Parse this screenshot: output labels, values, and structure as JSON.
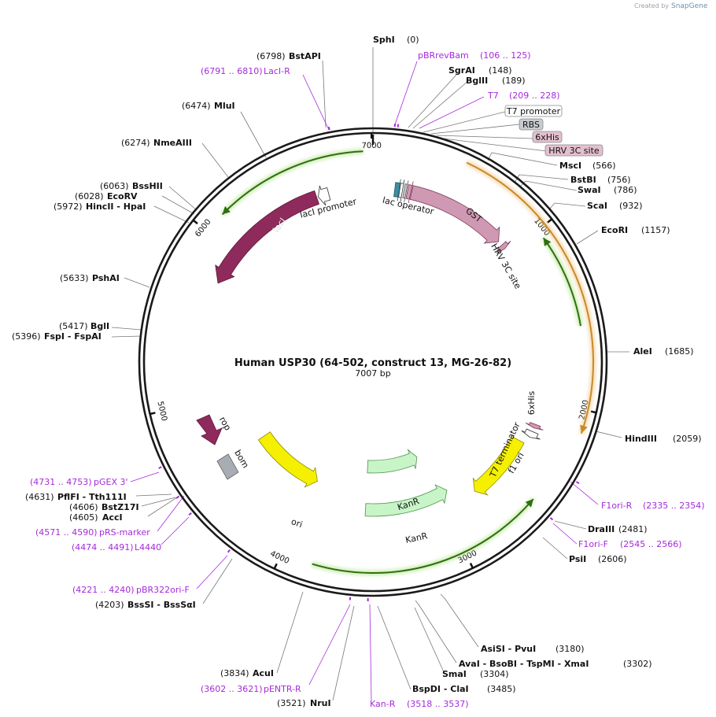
{
  "credit": {
    "prefix": "Created by",
    "brand": "SnapGene"
  },
  "plasmid": {
    "name": "Human USP30 (64-502, construct 13, MG-26-82)",
    "length_label": "7007 bp",
    "length": 7007
  },
  "ticks": [
    {
      "pos": 1000,
      "label": "1000"
    },
    {
      "pos": 2000,
      "label": "2000"
    },
    {
      "pos": 3000,
      "label": "3000"
    },
    {
      "pos": 4000,
      "label": "4000"
    },
    {
      "pos": 5000,
      "label": "5000"
    },
    {
      "pos": 6000,
      "label": "6000"
    },
    {
      "pos": 7000,
      "label": "7000"
    }
  ],
  "enzymes": [
    {
      "name": "SphI",
      "pos_label": "(0)"
    },
    {
      "name": "SgrAI",
      "pos_label": "(148)"
    },
    {
      "name": "BglII",
      "pos_label": "(189)"
    },
    {
      "name": "MscI",
      "pos_label": "(566)"
    },
    {
      "name": "BstBI",
      "pos_label": "(756)"
    },
    {
      "name": "SwaI",
      "pos_label": "(786)"
    },
    {
      "name": "ScaI",
      "pos_label": "(932)"
    },
    {
      "name": "EcoRI",
      "pos_label": "(1157)"
    },
    {
      "name": "AleI",
      "pos_label": "(1685)"
    },
    {
      "name": "HindIII",
      "pos_label": "(2059)"
    },
    {
      "name": "DraIII",
      "pos_label": "(2481)"
    },
    {
      "name": "PsiI",
      "pos_label": "(2606)"
    },
    {
      "name": "AsiSI - PvuI",
      "pos_label": "(3180)"
    },
    {
      "name": "AvaI - BsoBI - TspMI - XmaI",
      "pos_label": "(3302)"
    },
    {
      "name": "SmaI",
      "pos_label": "(3304)"
    },
    {
      "name": "BspDI - ClaI",
      "pos_label": "(3485)"
    },
    {
      "name": "NruI",
      "pos_label": "(3521)"
    },
    {
      "name": "AcuI",
      "pos_label": "(3834)"
    },
    {
      "name": "BssSI - BssSαI",
      "pos_label": "(4203)"
    },
    {
      "name": "AccI",
      "pos_label": "(4605)"
    },
    {
      "name": "BstZ17I",
      "pos_label": "(4606)"
    },
    {
      "name": "PflFI - Tth111I",
      "pos_label": "(4631)"
    },
    {
      "name": "FspI - FspAI",
      "pos_label": "(5396)"
    },
    {
      "name": "BglI",
      "pos_label": "(5417)"
    },
    {
      "name": "PshAI",
      "pos_label": "(5633)"
    },
    {
      "name": "HincII - HpaI",
      "pos_label": "(5972)"
    },
    {
      "name": "EcoRV",
      "pos_label": "(6028)"
    },
    {
      "name": "BssHII",
      "pos_label": "(6063)"
    },
    {
      "name": "NmeAIII",
      "pos_label": "(6274)"
    },
    {
      "name": "MluI",
      "pos_label": "(6474)"
    },
    {
      "name": "BstAPI",
      "pos_label": "(6798)"
    }
  ],
  "primers": [
    {
      "name": "pBRrevBam",
      "range": "(106 .. 125)"
    },
    {
      "name": "T7",
      "range": "(209 .. 228)"
    },
    {
      "name": "F1ori-R",
      "range": "(2335 .. 2354)"
    },
    {
      "name": "F1ori-F",
      "range": "(2545 .. 2566)"
    },
    {
      "name": "Kan-R",
      "range": "(3518 .. 3537)"
    },
    {
      "name": "pENTR-R",
      "range": "(3602 .. 3621)"
    },
    {
      "name": "pBR322ori-F",
      "range": "(4221 .. 4240)"
    },
    {
      "name": "L4440",
      "range": "(4474 .. 4491)"
    },
    {
      "name": "pRS-marker",
      "range": "(4571 .. 4590)"
    },
    {
      "name": "pGEX 3'",
      "range": "(4731 .. 4753)"
    },
    {
      "name": "LacI-R",
      "range": "(6791 .. 6810)"
    }
  ],
  "boxed_features": [
    {
      "name": "T7 promoter",
      "fill": "#ffffff"
    },
    {
      "name": "RBS",
      "fill": "#c8ccd0"
    },
    {
      "name": "6xHis",
      "fill": "#e3c0cf"
    },
    {
      "name": "HRV 3C site",
      "fill": "#e3c0cf"
    }
  ],
  "features": [
    {
      "name": "lacI",
      "color": "#8f2b5c"
    },
    {
      "name": "lacI promoter",
      "color": "#ffffff"
    },
    {
      "name": "lac operator",
      "color": "#3d8ea3"
    },
    {
      "name": "GST",
      "color": "#cf98b3"
    },
    {
      "name": "HRV 3C site",
      "color": "#cf98b3"
    },
    {
      "name": "6xHis",
      "color": "#cf98b3"
    },
    {
      "name": "T7 terminator",
      "color": "#ffffff"
    },
    {
      "name": "f1 ori",
      "color": "#f5f000"
    },
    {
      "name": "KanR",
      "color": "#c8f5c8"
    },
    {
      "name": "ori",
      "color": "#f5f000"
    },
    {
      "name": "bom",
      "color": "#a8adb3"
    },
    {
      "name": "rop",
      "color": "#8f2b5c"
    }
  ],
  "colors": {
    "primer": "#a52adb",
    "orf_green": "#2f6e12",
    "orf_orange": "#c98a2a",
    "backbone": "#1a1a1a"
  }
}
